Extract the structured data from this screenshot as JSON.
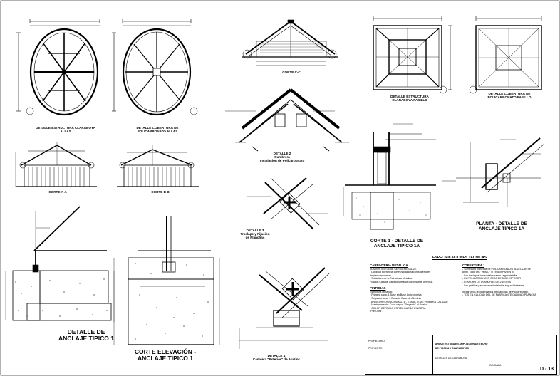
{
  "captions": {
    "cupula_estructura": "DETALLE ESTRUCTURA CLARABOYA ALLAS",
    "cupula_cobertura": "DETALLE COBERTURA DE POLICARBONATO ALLAS",
    "corte_cc": "CORTE C-C",
    "clarabuya_estructura": "DETALLE ESTRUCTURA CLARABOYA PASILLO",
    "clarabuya_cobertura": "DETALLE COBERTURA DE POLICARBONATO PASILLO",
    "detalle2": "DETALLE 2\nCumbrera\nInstalacion de Policarbonato",
    "corte_aa": "CORTE A-A",
    "corte_bb": "CORTE B-B",
    "detalle3": "DETALLE 3\nTraslape y Fijacion\nde Planchas",
    "corte1": "CORTE 1 - DETALLE DE\nANCLAJE TIPICO 1A",
    "planta": "PLANTA - DETALLE DE\nANCLAJE TIPICO 1A",
    "anclaje1": "DETALLE DE\nANCLAJE TIPICO 1",
    "corte_elev": "CORTE ELEVACIÓN -\nANCLAJE TIPICO 1",
    "detalle4": "DETALLE 4\nCanaleta \"Exterior\" de Aluzinc"
  },
  "specs": {
    "title": "ESPECIFICACIONES TECNICAS",
    "carpinteria_title": "CARPINTERIA METALICA",
    "carpinteria_lines": [
      "SUMINISTRO DEBE SER GENERALIZE",
      "- Longitud tolerancia cortes/soldadura con superficies",
      "  limpias cantoneras.",
      "- Soldadura de la Estructura Metalica",
      "  Fijacion Caja de Cambio Metalica con Aislante defensa."
    ],
    "pinturas_title": "PINTURAS",
    "pinturas_lines": [
      "Estructura Metalica:",
      "- Primera capa: 1 Base en Base Anticorrosiva",
      "- Segunda capa: 1 Esmalte Base de Aluminio",
      "- ANTICORROSIVA, ESMALTE - ESMALTE DE PRIMERA CALIDAD",
      "- Mantenimiento: Color segun \"Proyecto\" al Dueño",
      "- COLOR DEFINIDO POR EL DUEÑO EN OBRA",
      "  \"Pre-Obra\"."
    ],
    "cobertura_title": "COBERTURA :",
    "cobertura_lines": [
      "- Suministro planchas de POLICARBONATO ALVEOLAR de",
      "  8mm, color gris \"HUMO\" O TRANSPARENTE",
      "- Los traslapes horizontales seran segun detalle",
      "- EL POLICARBONATO SERA DE 8MM ESPESOR",
      "- El ANCHO DE PLANCHAS DE 2.10 MTS",
      "- Los perfiles y accesorios instalados segun fabricante",
      "",
      "Incluir otros recomendados de planchas de Policarbonato.",
      "- TDS EN CALIDAD DEL DE FABRICANTE CALIDAD PLANCHA"
    ]
  },
  "titleblock": {
    "left_line1": "PROPIETARIO:",
    "left_line2": "PROYECTO:",
    "project_line1": "ARQUITECTURA EN AMPLIACION DE TECHO",
    "project_line2": "DE PISCINA Y CLARABOYAS",
    "plano": "DETALLES DE CLARABOYA",
    "escala": "INDICADA",
    "sheet": "D - 13"
  }
}
